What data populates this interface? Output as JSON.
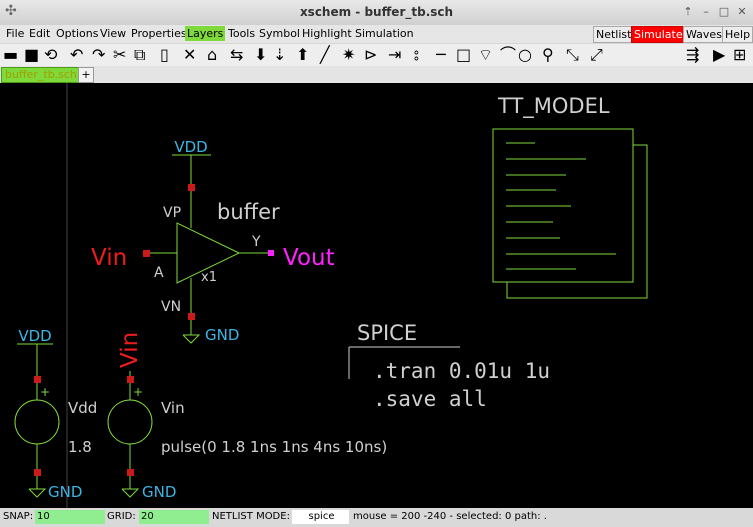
{
  "window": {
    "title": "xschem - buffer_tb.sch"
  },
  "menu": [
    "File",
    "Edit",
    "Options",
    "View",
    "Properties",
    "Layers",
    "Tools",
    "Symbol",
    "Highlight",
    "Simulation"
  ],
  "right_buttons": {
    "netlist": "Netlist",
    "simulate": "Simulate",
    "waves": "Waves",
    "help": "Help"
  },
  "tab": {
    "label": "buffer_tb.sch",
    "add": "+"
  },
  "schematic": {
    "buffer": {
      "vdd": "VDD",
      "vp": "VP",
      "name": "buffer",
      "vin": "Vin",
      "a": "A",
      "y": "Y",
      "vout": "Vout",
      "inst": "x1",
      "vn": "VN",
      "gnd": "GND"
    },
    "tt_model": "TT_MODEL",
    "spice": {
      "title": "SPICE",
      "line1": ".tran 0.01u 1u",
      "line2": ".save all"
    },
    "vdd_src": {
      "top": "VDD",
      "name": "Vdd",
      "value": "1.8",
      "gnd": "GND",
      "plus": "+"
    },
    "vin_src": {
      "top": "Vin",
      "name": "Vin",
      "value": "pulse(0 1.8 1ns 1ns 4ns 10ns)",
      "gnd": "GND",
      "plus": "+"
    }
  },
  "status": {
    "snap_label": "SNAP:",
    "snap_value": "10",
    "grid_label": "GRID:",
    "grid_value": "20",
    "netlist_label": "NETLIST MODE:",
    "netlist_value": "spice",
    "info": "mouse = 200 -240 - selected: 0 path: ."
  },
  "colors": {
    "wire": "#7fd93a",
    "pin": "#cc1a1a",
    "net_label": "#3bb6e6",
    "input": "#ee1c1c",
    "output": "#ff22ff",
    "text": "#d0d0d0",
    "highlight": "#7fd93a",
    "simulate": "#ff0000"
  }
}
